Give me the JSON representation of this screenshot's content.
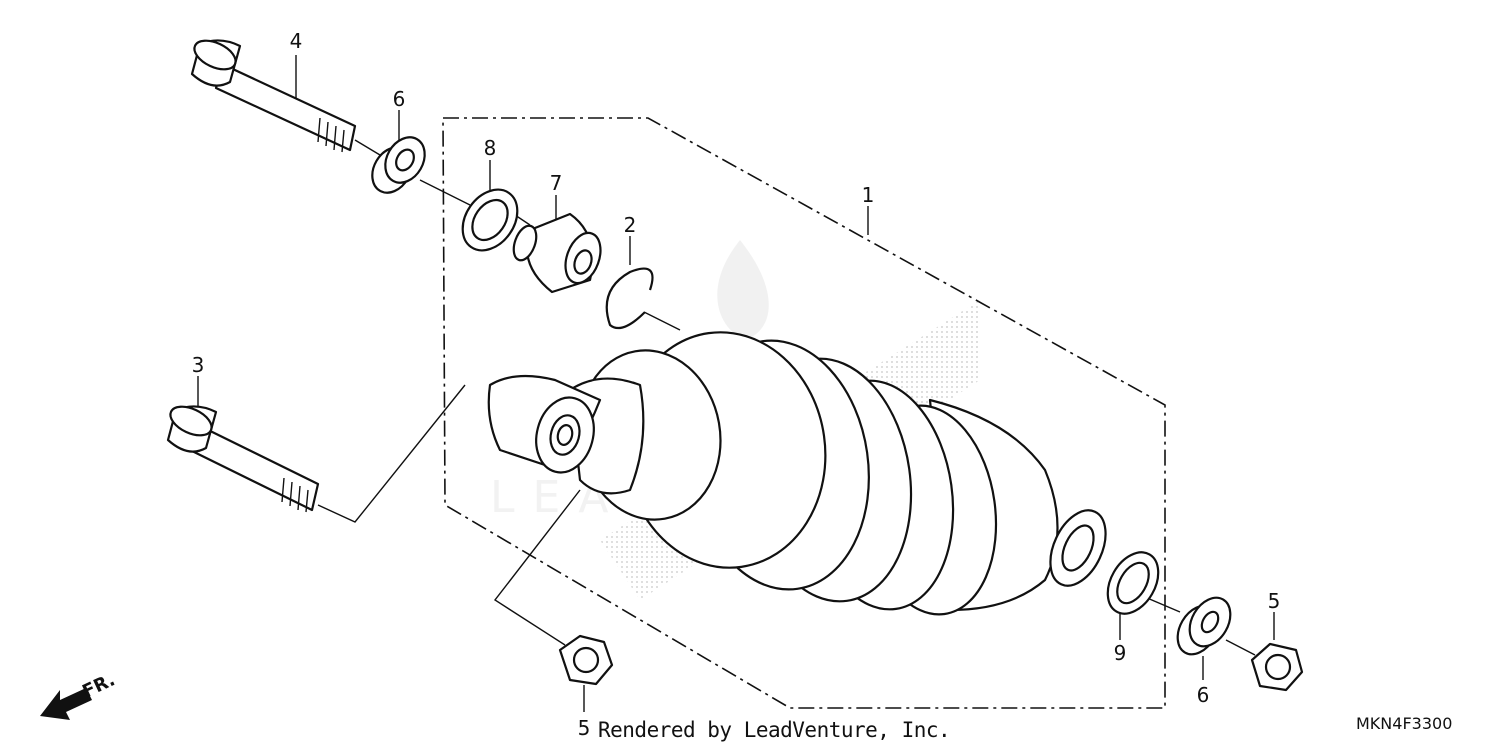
{
  "diagram": {
    "callouts": [
      {
        "id": "c1",
        "text": "1"
      },
      {
        "id": "c2",
        "text": "2"
      },
      {
        "id": "c3",
        "text": "3"
      },
      {
        "id": "c4",
        "text": "4"
      },
      {
        "id": "c5a",
        "text": "5"
      },
      {
        "id": "c5b",
        "text": "5"
      },
      {
        "id": "c6a",
        "text": "6"
      },
      {
        "id": "c6b",
        "text": "6"
      },
      {
        "id": "c7",
        "text": "7"
      },
      {
        "id": "c8",
        "text": "8"
      },
      {
        "id": "c9",
        "text": "9"
      }
    ],
    "direction_label": "FR.",
    "credit": "Rendered by LeadVenture, Inc.",
    "diagram_code": "MKN4F3300",
    "watermark": "LEADVENTURE"
  }
}
